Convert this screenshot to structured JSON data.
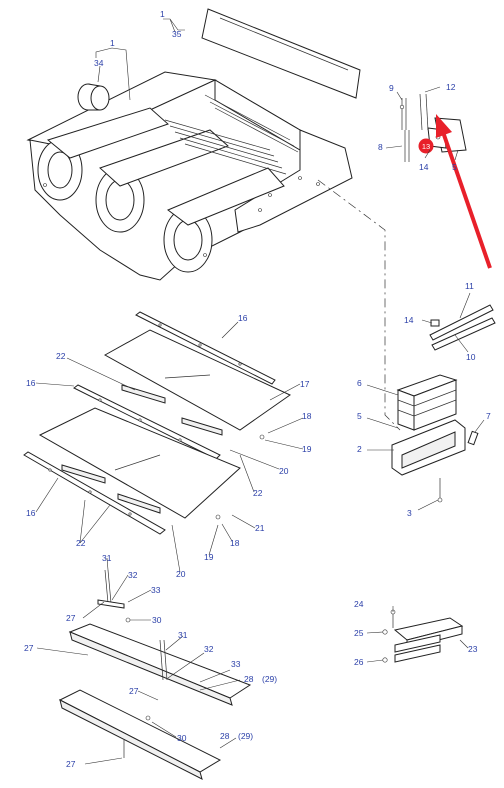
{
  "labels": {
    "l1": "1",
    "l35": "35",
    "l34": "34",
    "l9": "9",
    "l12": "12",
    "l8": "8",
    "l14": "14",
    "l5": "5",
    "l13": "13",
    "l11": "11",
    "l14b": "14",
    "l10": "10",
    "l6": "6",
    "l5b": "5",
    "l2": "2",
    "l7": "7",
    "l3": "3",
    "l16a": "16",
    "l22a": "22",
    "l16b": "16",
    "l17": "17",
    "l18a": "18",
    "l19a": "19",
    "l20a": "20",
    "l22b": "22",
    "l16c": "16",
    "l21": "21",
    "l22c": "22",
    "l19b": "19",
    "l18b": "18",
    "l20b": "20",
    "l31a": "31",
    "l32a": "32",
    "l33a": "33",
    "l27a": "27",
    "l30a": "30",
    "l27b": "27",
    "l31b": "31",
    "l32b": "32",
    "l33b": "33",
    "l28a": "28",
    "l29a": "(29)",
    "l27c": "27",
    "l30b": "30",
    "l28b": "28",
    "l29b": "(29)",
    "l27d": "27",
    "l24": "24",
    "l25": "25",
    "l23": "23",
    "l26": "26"
  },
  "colors": {
    "line": "#222222",
    "label": "#2a3fa8",
    "highlight": "#e8202a"
  }
}
